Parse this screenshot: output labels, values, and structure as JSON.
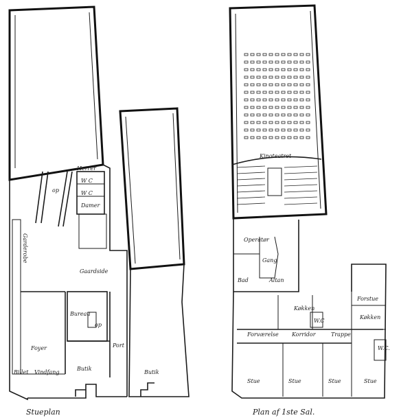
{
  "ground_floor": {
    "caption": "Stueplan",
    "labels": {
      "herrer": "Herrer",
      "op1": "op",
      "wc1": "W C",
      "wc2": "W C",
      "damer": "Damer",
      "gaardsside": "Gaardside",
      "garderobe": "Garderobe",
      "bureau": "Bureau",
      "op2": "op",
      "foyer": "Foyer",
      "port": "Port",
      "billet": "Billet",
      "vindfang": "Vindfang",
      "butik1": "Butik",
      "butik2": "Butik"
    }
  },
  "first_floor": {
    "caption": "Plan af 1ste Sal.",
    "labels": {
      "kinoteatret": "Kinoteatret",
      "operatør": "Operatør",
      "gang": "Gang",
      "bad": "Bad",
      "altan": "Altan",
      "kokken1": "Køkken",
      "wc3": "W.C",
      "forstue1": "Forstue",
      "forværelse": "Forværelse",
      "korridor": "Korridor",
      "trappe": "Trappe",
      "kokken2": "Køkken",
      "wc4": "W.C.",
      "stue1": "Stue",
      "stue2": "Stue",
      "stue3": "Stue",
      "stue4": "Stue"
    }
  }
}
